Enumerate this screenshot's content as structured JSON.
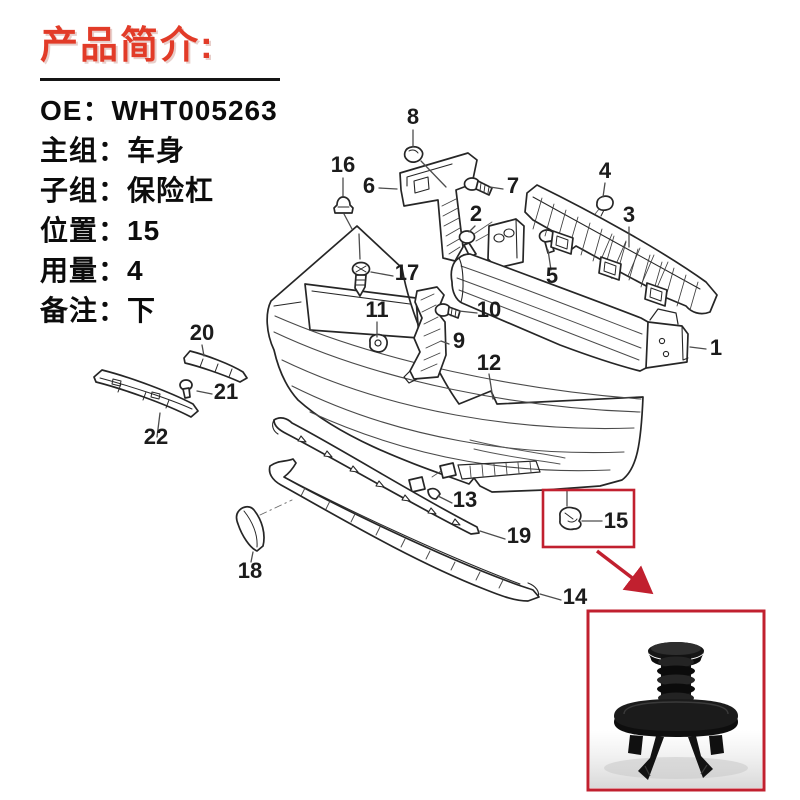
{
  "header": {
    "title": "产品简介:"
  },
  "info": {
    "rows": [
      {
        "label": "OE：",
        "value": "WHT005263"
      },
      {
        "label": "主组：",
        "value": "车身"
      },
      {
        "label": "子组：",
        "value": "保险杠"
      },
      {
        "label": "位置：",
        "value": "15"
      },
      {
        "label": "用量：",
        "value": "4"
      },
      {
        "label": "备注：",
        "value": "下"
      }
    ]
  },
  "diagram": {
    "description": "rear bumper exploded-parts line diagram",
    "callouts": [
      "1",
      "2",
      "3",
      "4",
      "5",
      "6",
      "7",
      "8",
      "9",
      "10",
      "11",
      "12",
      "13",
      "14",
      "15",
      "16",
      "17",
      "18",
      "19",
      "20",
      "21",
      "22"
    ],
    "highlighted_part": "15"
  },
  "colors": {
    "header_red": "#e23b28",
    "highlight_red": "#c1202f",
    "line_dark": "#262626"
  }
}
